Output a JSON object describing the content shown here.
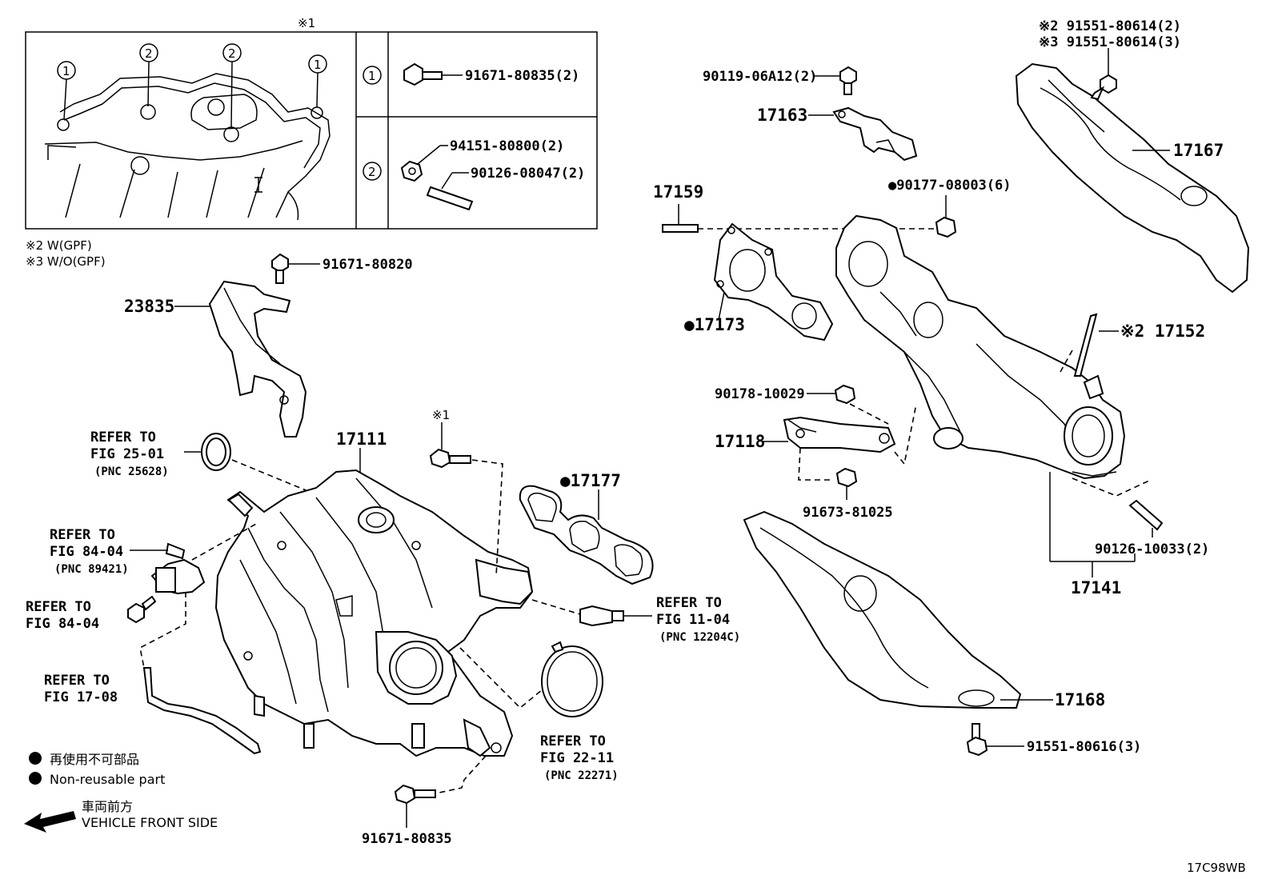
{
  "diagram_code": "17C98WB",
  "inset": {
    "marker": "※1",
    "callouts": [
      {
        "num": "1",
        "parts": [
          "91671-80835(2)"
        ]
      },
      {
        "num": "2",
        "parts": [
          "94151-80800(2)",
          "90126-08047(2)"
        ]
      }
    ]
  },
  "notes": {
    "note2": "※2 W(GPF)",
    "note3": "※3 W/O(GPF)"
  },
  "parts": {
    "p91671_80820": "91671-80820",
    "p23835": "23835",
    "p17111": "17111",
    "p17177": "●17177",
    "x1_bolt": "※1",
    "p91671_80835": "91671-80835",
    "p90119": "90119-06A12(2)",
    "p17163": "17163",
    "p17159": "17159",
    "p90177": "●90177-08003(6)",
    "p17173": "●17173",
    "p17167": "17167",
    "p91551_2": "※2 91551-80614(2)",
    "p91551_3": "※3 91551-80614(3)",
    "p17152": "※2 17152",
    "p90178": "90178-10029",
    "p17118": "17118",
    "p91673": "91673-81025",
    "p90126_10033": "90126-10033(2)",
    "p17141": "17141",
    "p17168": "17168",
    "p91551_80616": "91551-80616(3)"
  },
  "refers": [
    {
      "line1": "REFER TO",
      "line2": "FIG 25-01",
      "pnc": "(PNC 25628)"
    },
    {
      "line1": "REFER TO",
      "line2": "FIG 84-04",
      "pnc": "(PNC 89421)"
    },
    {
      "line1": "REFER TO",
      "line2": "FIG 84-04",
      "pnc": ""
    },
    {
      "line1": "REFER TO",
      "line2": "FIG 17-08",
      "pnc": ""
    },
    {
      "line1": "REFER TO",
      "line2": "FIG 11-04",
      "pnc": "(PNC 12204C)"
    },
    {
      "line1": "REFER TO",
      "line2": "FIG 22-11",
      "pnc": "(PNC 22271)"
    }
  ],
  "legend": {
    "nonreusable_jp": "再使用不可部品",
    "nonreusable_en": "Non-reusable part",
    "front_jp": "車両前方",
    "front_en": "VEHICLE FRONT SIDE"
  }
}
